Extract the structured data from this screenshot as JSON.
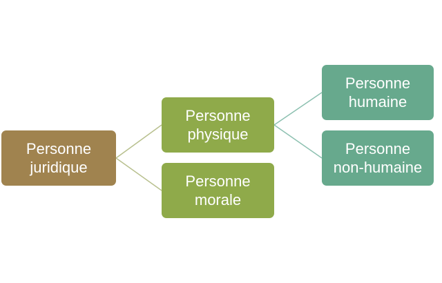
{
  "colors": {
    "root": "#A0834F",
    "level2": "#8FAA4A",
    "level3": "#67A98D",
    "link_left": "#B8C08E",
    "link_right": "#8CC0B0"
  },
  "nodes": {
    "juridique": {
      "line1": "Personne",
      "line2": "juridique"
    },
    "physique": {
      "line1": "Personne",
      "line2": "physique"
    },
    "morale": {
      "line1": "Personne",
      "line2": "morale"
    },
    "humaine": {
      "line1": "Personne",
      "line2": "humaine"
    },
    "non_humaine": {
      "line1": "Personne",
      "line2": "non-humaine"
    }
  }
}
